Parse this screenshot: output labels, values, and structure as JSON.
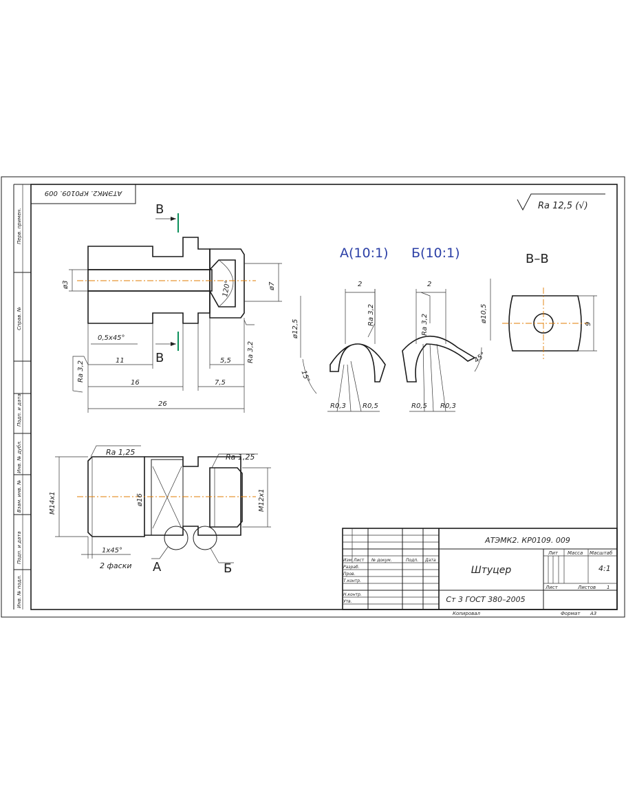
{
  "roughness": {
    "label": "Ra 12,5 (√)"
  },
  "stamp": {
    "designation": "АТЭМК2. КР0109. 009",
    "name": "Штуцер",
    "material": "Ст 3  ГОСТ 380–2005"
  },
  "views": {
    "detail_a": "А(10:1)",
    "detail_b": "Б(10:1)",
    "section": "В–В",
    "cut_label": "В",
    "callout_a": "А",
    "callout_b": "Б"
  },
  "dimensions": {
    "d3": "ø3",
    "d7": "ø7",
    "angle120": "120°",
    "ra32": "Ra 3,2",
    "chamfer": "0,5x45°",
    "l11": "11",
    "l16": "16",
    "l26": "26",
    "l55": "5,5",
    "l75": "7,5",
    "ra125": "Ra 1,25",
    "m14": "M14x1",
    "m12": "M12x1",
    "d16": "ø16",
    "ch145": "1x45°",
    "two_chamfers": "2 фаски",
    "a_width": "2",
    "a_d125": "ø12,5",
    "a_15": "15°",
    "a_r03": "R0,3",
    "a_r05": "R0,5",
    "b_width": "2",
    "b_d105": "ø10,5",
    "b_45": "45°",
    "b_r05": "R0,5",
    "b_r03": "R0,3",
    "sec_9": "9"
  },
  "title_block": {
    "designation": "АТЭМК2. КР0109. 009",
    "name": "Штуцер",
    "material": "Ст 3  ГОСТ 380–2005",
    "lit": "Лит",
    "mass": "Масса",
    "scale_h": "Масштаб",
    "scale": "4:1",
    "sheet": "Лист",
    "sheets": "Листов",
    "sheets_val": "1",
    "rows": {
      "izm": "Изм",
      "list": "Лист",
      "ndoc": "№ докум.",
      "podp": "Подп.",
      "data": "Дата",
      "razrab": "Разраб.",
      "prov": "Пров.",
      "tkontr": "Т.контр.",
      "nkontr": "Н.контр.",
      "utv": "Утв."
    },
    "copied": "Копировал",
    "format": "Формат",
    "format_val": "А3"
  },
  "side_strip": [
    "Перв. примен.",
    "Справ. №",
    "Подп. и дата",
    "Инв. № дубл.",
    "Взам. инв. №",
    "Подп. и дата",
    "Инв. № подл."
  ]
}
